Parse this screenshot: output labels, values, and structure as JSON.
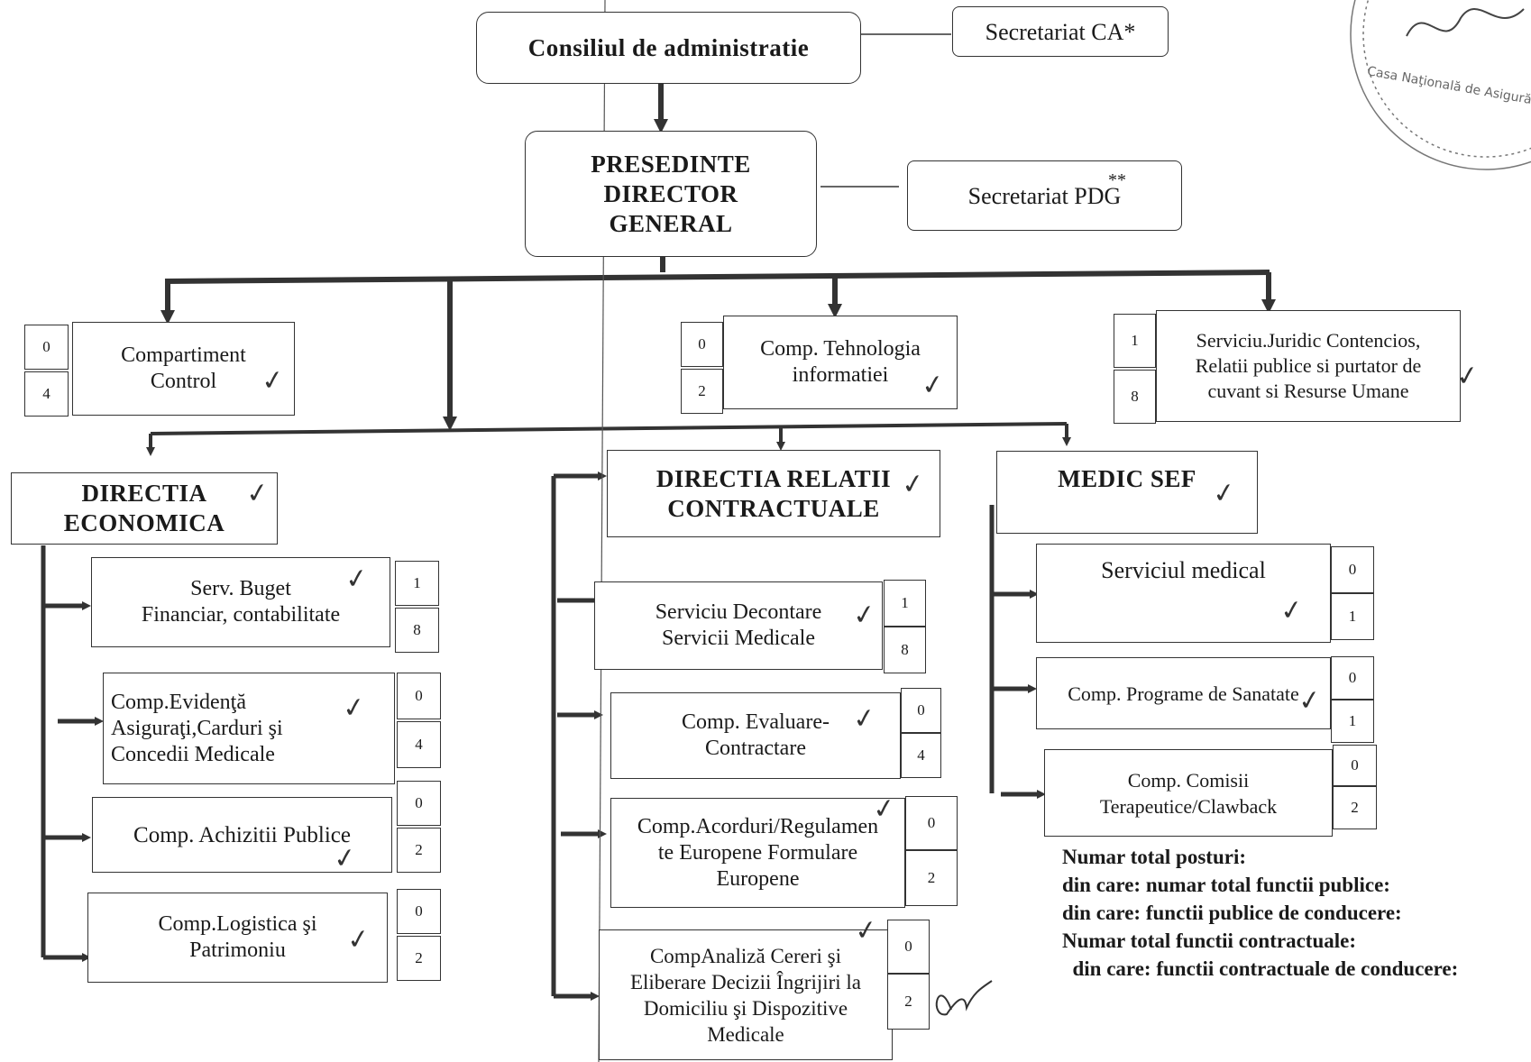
{
  "board": {
    "label": "Consiliul de administratie"
  },
  "secretariat_ca": {
    "label": "Secretariat CA*"
  },
  "president": {
    "line1": "PRESEDINTE",
    "line2": "DIRECTOR",
    "line3": "GENERAL"
  },
  "secretariat_pdg": {
    "label": "Secretariat  PDG",
    "mark": "**"
  },
  "units": {
    "control": {
      "label1": "Compartiment",
      "label2": "Control",
      "n1": "0",
      "n2": "4"
    },
    "it": {
      "label1": "Comp. Tehnologia",
      "label2": "informatiei",
      "n1": "0",
      "n2": "2"
    },
    "juridic": {
      "label1": "Serviciu.Juridic Contencios,",
      "label2": "Relatii publice si purtator de",
      "label3": "cuvant si Resurse Umane",
      "n1": "1",
      "n2": "8"
    }
  },
  "dir_economica": {
    "line1": "DIRECTIA",
    "line2": "ECONOMICA",
    "children": [
      {
        "lines": [
          "Serv. Buget",
          "Financiar, contabilitate"
        ],
        "n1": "1",
        "n2": "8"
      },
      {
        "lines": [
          "Comp.Evidenţă",
          "Asiguraţi,Carduri şi",
          "Concedii Medicale"
        ],
        "n1": "0",
        "n2": "4"
      },
      {
        "lines": [
          "Comp. Achizitii Publice"
        ],
        "n1": "0",
        "n2": "2"
      },
      {
        "lines": [
          "Comp.Logistica şi",
          "Patrimoniu"
        ],
        "n1": "0",
        "n2": "2"
      }
    ]
  },
  "dir_relatii": {
    "line1": "DIRECTIA  RELATII",
    "line2": "CONTRACTUALE",
    "children": [
      {
        "lines": [
          "Serviciu Decontare",
          "Servicii Medicale"
        ],
        "n1": "1",
        "n2": "8"
      },
      {
        "lines": [
          "Comp. Evaluare-",
          "Contractare"
        ],
        "n1": "0",
        "n2": "4"
      },
      {
        "lines": [
          "Comp.Acorduri/Regulamen",
          "te Europene Formulare",
          "Europene"
        ],
        "n1": "0",
        "n2": "2"
      },
      {
        "lines": [
          "CompAnaliză Cereri şi",
          "Eliberare Decizii Îngrijiri la",
          "Domiciliu şi Dispozitive",
          "Medicale"
        ],
        "n1": "0",
        "n2": "2"
      }
    ]
  },
  "medic_sef": {
    "label": "MEDIC SEF",
    "children": [
      {
        "lines": [
          "Serviciul medical"
        ],
        "n1": "0",
        "n2": "1"
      },
      {
        "lines": [
          "Comp. Programe de Sanatate"
        ],
        "n1": "0",
        "n2": "1"
      },
      {
        "lines": [
          "Comp. Comisii",
          "Terapeutice/Clawback"
        ],
        "n1": "0",
        "n2": "2"
      }
    ]
  },
  "totals": [
    "Numar total posturi:",
    "din care: numar total functii publice:",
    "din care: functii publice de conducere:",
    "Numar total functii contractuale:",
    "  din care: functii contractuale de conducere:"
  ],
  "stamp": {
    "text": "Casa Naţională de Asigurări"
  },
  "colors": {
    "ink": "#1a1a1a",
    "line": "#333333"
  }
}
